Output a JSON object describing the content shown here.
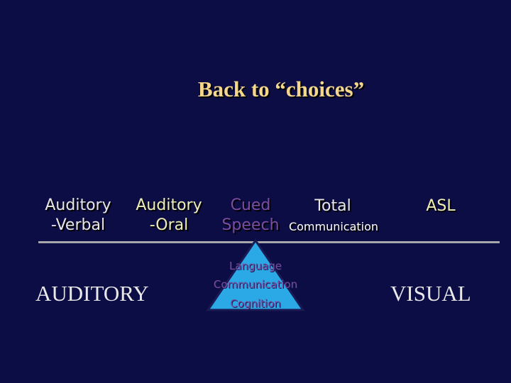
{
  "title": "Back to “choices”",
  "choices": {
    "auditory_verbal": [
      "Auditory",
      "-Verbal"
    ],
    "auditory_oral": [
      "Auditory",
      "-Oral"
    ],
    "cued_speech": [
      "Cued",
      "Speech"
    ],
    "total_communication": [
      "Total",
      "Communication"
    ],
    "asl": "ASL"
  },
  "poles": {
    "left": "AUDITORY",
    "right": "VISUAL"
  },
  "triangle": [
    "Language",
    "Communication",
    "Cognition"
  ],
  "colors": {
    "background": "#0d0d45",
    "title": "#f3d78c",
    "triangle_fill": "#2aa9e6",
    "purple_text": "#7a4da0"
  }
}
